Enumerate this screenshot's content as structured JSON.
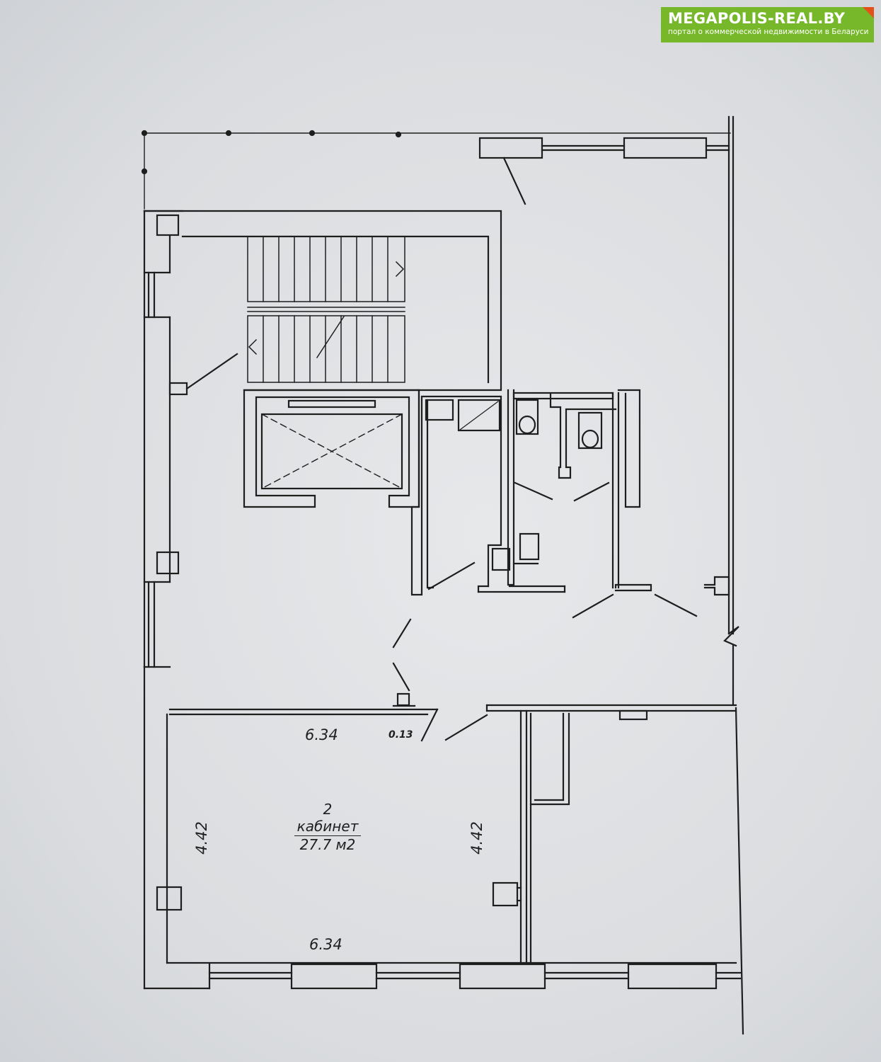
{
  "watermark": {
    "title": "MEGAPOLIS-REAL.BY",
    "subtitle": "портал о коммерческой недвижимости в Беларуси",
    "color": "#76b82a",
    "accent": "#e3511b"
  },
  "room": {
    "number": "2",
    "name": "кабинет",
    "area": "27.7 м2"
  },
  "dimensions": {
    "top_width": "6.34",
    "bottom_width": "6.34",
    "left_depth": "4.42",
    "right_depth": "4.42",
    "wall_offset": "0.13"
  },
  "colors": {
    "paper": "#dcdee0",
    "line": "#1e1e1e"
  }
}
